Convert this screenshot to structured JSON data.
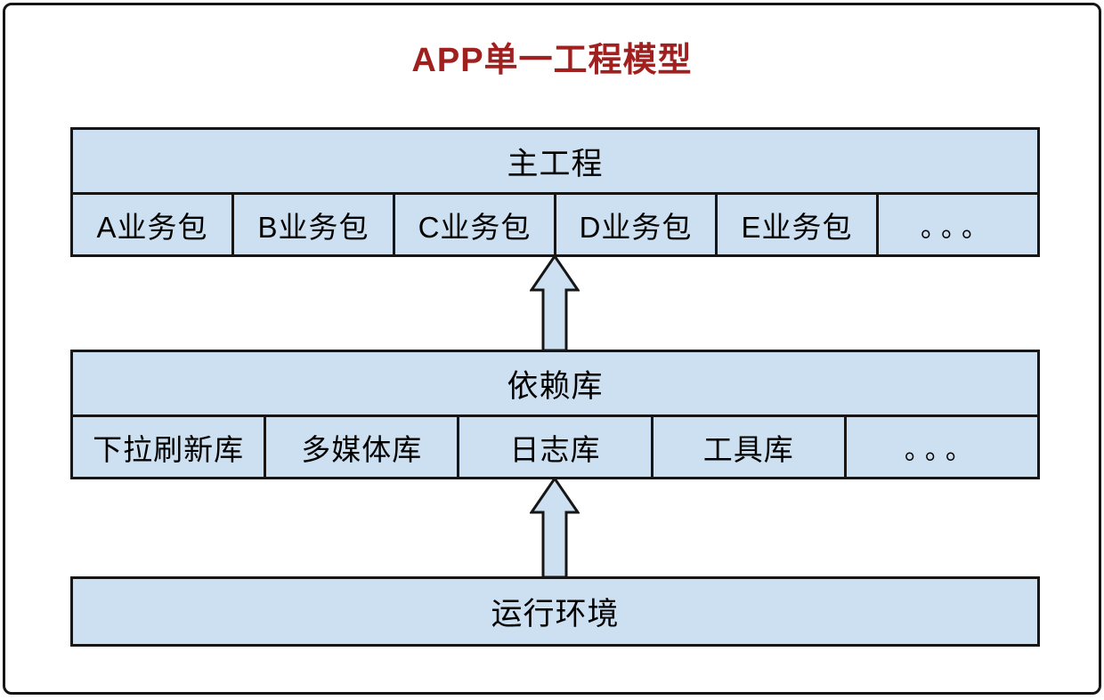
{
  "title": "APP单一工程模型",
  "colors": {
    "box_fill": "#CDE0F1",
    "box_border": "#161616",
    "title_text": "#A02020",
    "body_text": "#000000",
    "background": "#FFFFFF"
  },
  "main_project": {
    "header": "主工程",
    "cells": [
      "A业务包",
      "B业务包",
      "C业务包",
      "D业务包",
      "E业务包",
      "。。。"
    ]
  },
  "dependency_library": {
    "header": "依赖库",
    "cells": [
      "下拉刷新库",
      "多媒体库",
      "日志库",
      "工具库",
      "。。。"
    ]
  },
  "runtime_environment": {
    "label": "运行环境"
  },
  "icons": {
    "arrow_1": "up-block-arrow",
    "arrow_2": "up-block-arrow"
  }
}
